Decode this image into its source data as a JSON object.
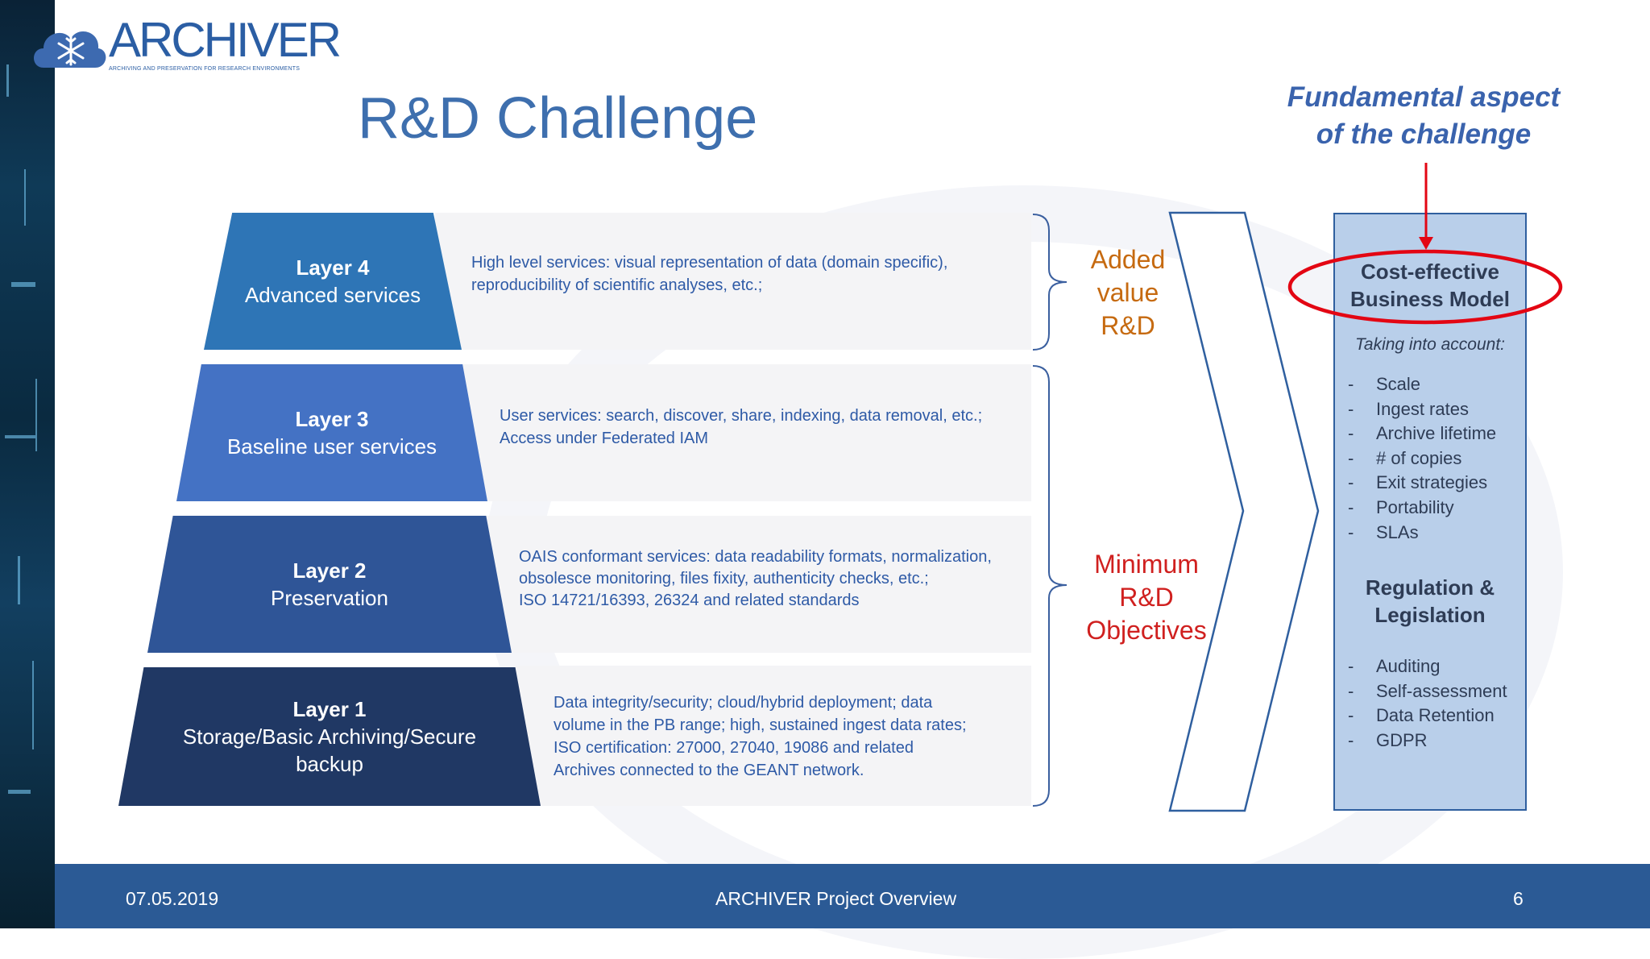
{
  "logo": {
    "word": "ARCHIVER",
    "tagline": "ARCHIVING AND PRESERVATION FOR RESEARCH ENVIRONMENTS"
  },
  "title": "R&D Challenge",
  "callout": {
    "line1": "Fundamental aspect",
    "line2": "of the challenge"
  },
  "layers": [
    {
      "name": "Layer 4",
      "subtitle": "Advanced services",
      "lines": [
        "High level services: visual representation of data (domain specific),",
        "reproducibility of scientific analyses, etc.;"
      ]
    },
    {
      "name": "Layer 3",
      "subtitle": "Baseline user services",
      "lines": [
        "User services: search, discover, share, indexing, data removal, etc.;",
        "Access under Federated IAM"
      ]
    },
    {
      "name": "Layer 2",
      "subtitle": "Preservation",
      "lines": [
        "OAIS conformant services: data readability formats, normalization,",
        "obsolesce monitoring, files fixity, authenticity checks, etc.;",
        "ISO 14721/16393, 26324 and related standards"
      ]
    },
    {
      "name": "Layer 1",
      "subtitle": "Storage/Basic Archiving/Secure backup",
      "lines": [
        "Data integrity/security; cloud/hybrid deployment; data",
        "volume in the PB range; high, sustained ingest data rates;",
        "ISO certification: 27000, 27040, 19086 and related",
        "Archives connected to the GEANT network."
      ]
    }
  ],
  "labels": {
    "added": [
      "Added",
      "value",
      "R&D"
    ],
    "minimum": [
      "Minimum",
      "R&D",
      "Objectives"
    ]
  },
  "model_box": {
    "heading": [
      "Cost-effective",
      "Business Model"
    ],
    "note": "Taking into account:",
    "items": [
      "Scale",
      "Ingest rates",
      "Archive lifetime",
      "# of copies",
      "Exit strategies",
      "Portability",
      "SLAs"
    ],
    "heading2": [
      "Regulation &",
      "Legislation"
    ],
    "items2": [
      "Auditing",
      "Self-assessment",
      "Data Retention",
      "GDPR"
    ]
  },
  "colors": {
    "layer4": "#2e75b6",
    "layer3": "#4472c4",
    "layer2": "#2f5597",
    "layer1": "#203864",
    "highlight": "#e30613"
  },
  "footer": {
    "date": "07.05.2019",
    "center": "ARCHIVER Project Overview",
    "page": "6"
  }
}
